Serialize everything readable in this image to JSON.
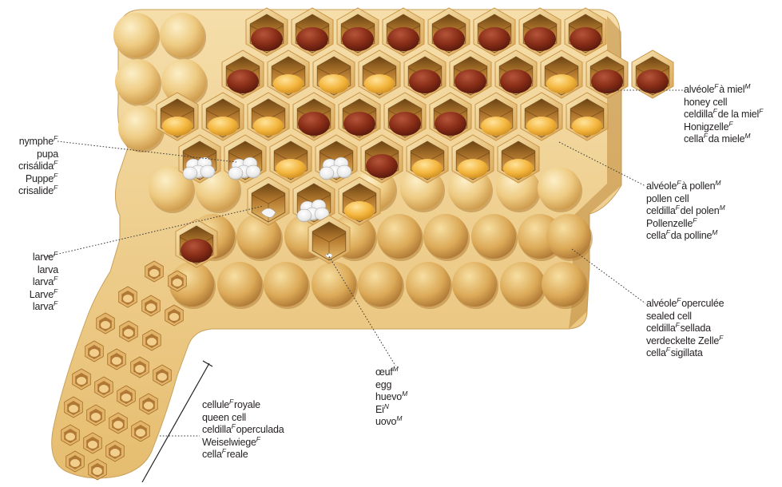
{
  "gender_marks": {
    "F": "F",
    "M": "M",
    "N": "N"
  },
  "labels": {
    "honey_cell": [
      {
        "text": "alvéole",
        "g": "F",
        "rest": "à miel",
        "g2": "M"
      },
      {
        "text": "honey cell"
      },
      {
        "text": "celdilla",
        "g": "F",
        "rest": "de la miel",
        "g2": "F"
      },
      {
        "text": "Honigzelle",
        "g": "F"
      },
      {
        "text": "cella",
        "g": "F",
        "rest": "da miele",
        "g2": "M"
      }
    ],
    "pollen_cell": [
      {
        "text": "alvéole",
        "g": "F",
        "rest": "à pollen",
        "g2": "M"
      },
      {
        "text": "pollen cell"
      },
      {
        "text": "celdilla",
        "g": "F",
        "rest": "del polen",
        "g2": "M"
      },
      {
        "text": "Pollenzelle",
        "g": "F"
      },
      {
        "text": "cella",
        "g": "F",
        "rest": "da polline",
        "g2": "M"
      }
    ],
    "sealed_cell": [
      {
        "text": "alvéole",
        "g": "F",
        "rest": "operculée"
      },
      {
        "text": "sealed cell"
      },
      {
        "text": "celdilla",
        "g": "F",
        "rest": "sellada"
      },
      {
        "text": "verdeckelte Zelle",
        "g": "F"
      },
      {
        "text": "cella",
        "g": "F",
        "rest": "sigillata"
      }
    ],
    "pupa": [
      {
        "text": "nymphe",
        "g": "F"
      },
      {
        "text": "pupa"
      },
      {
        "text": "crisálida",
        "g": "F"
      },
      {
        "text": "Puppe",
        "g": "F"
      },
      {
        "text": "crisalide",
        "g": "F"
      }
    ],
    "larva": [
      {
        "text": "larve",
        "g": "F"
      },
      {
        "text": "larva"
      },
      {
        "text": "larva",
        "g": "F"
      },
      {
        "text": "Larve",
        "g": "F"
      },
      {
        "text": "larva",
        "g": "F"
      }
    ],
    "egg": [
      {
        "text": "œuf",
        "g": "M"
      },
      {
        "text": "egg"
      },
      {
        "text": "huevo",
        "g": "M"
      },
      {
        "text": "Ei",
        "g": "N"
      },
      {
        "text": "uovo",
        "g": "M"
      }
    ],
    "queen_cell": [
      {
        "text": "cellule",
        "g": "F",
        "rest": "royale"
      },
      {
        "text": "queen cell"
      },
      {
        "text": "celdilla",
        "g": "F",
        "rest": "operculada"
      },
      {
        "text": "Weiselwiege",
        "g": "F"
      },
      {
        "text": "cella",
        "g": "F",
        "rest": "reale"
      }
    ]
  },
  "colors": {
    "comb_light": "#f3dba0",
    "comb_mid": "#e2b868",
    "comb_shadow": "#b8843a",
    "honey": "#7a2614",
    "pollen": "#f1b33c",
    "leader": "#3a3a3a"
  }
}
